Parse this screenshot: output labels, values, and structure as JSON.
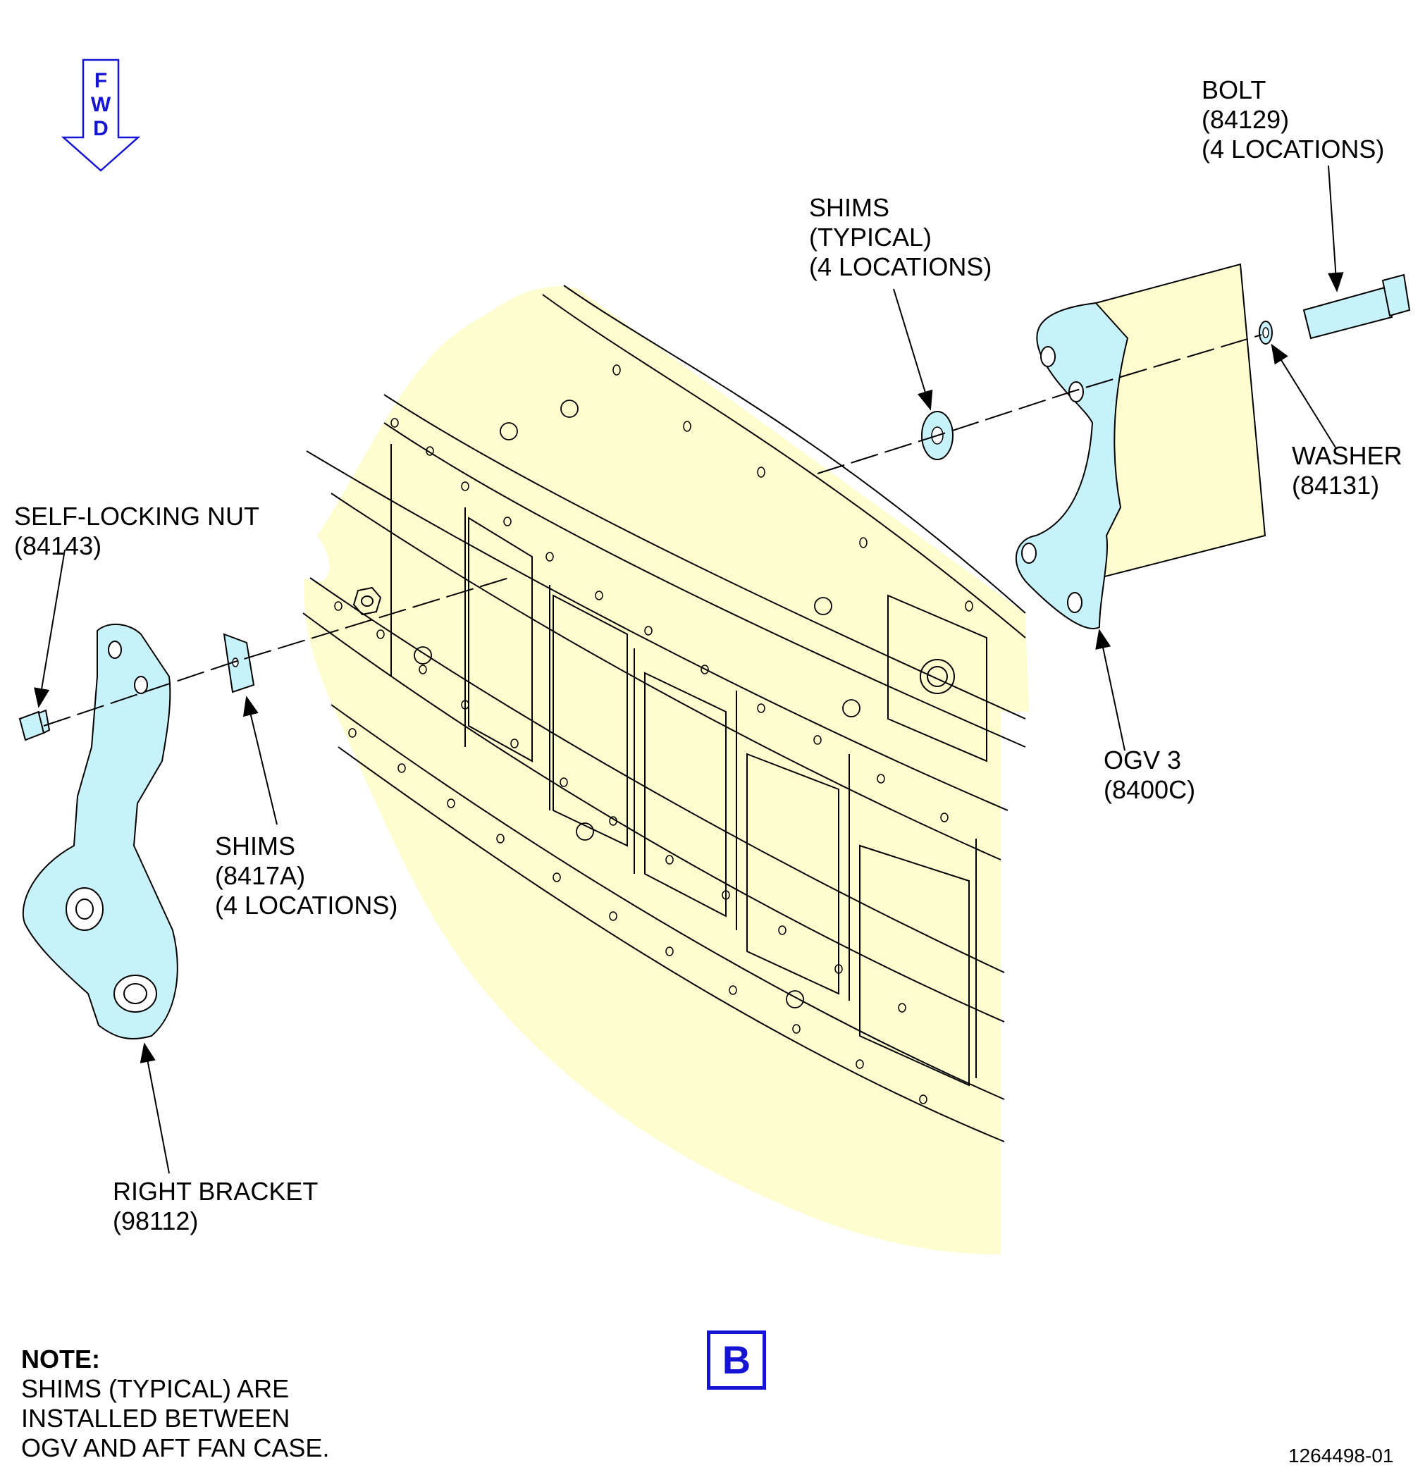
{
  "orientation": {
    "fwd_letters": [
      "F",
      "W",
      "D"
    ],
    "color": "#1414d2"
  },
  "labels": {
    "bolt": [
      "BOLT",
      "(84129)",
      "(4 LOCATIONS)"
    ],
    "shims_typical": [
      "SHIMS",
      "(TYPICAL)",
      "(4 LOCATIONS)"
    ],
    "washer": [
      "WASHER",
      "(84131)"
    ],
    "self_locking_nut": [
      "SELF-LOCKING NUT",
      "(84143)"
    ],
    "shims_8417a": [
      "SHIMS",
      "(8417A)",
      "(4 LOCATIONS)"
    ],
    "ogv3": [
      "OGV 3",
      "(8400C)"
    ],
    "right_bracket": [
      "RIGHT BRACKET",
      "(98112)"
    ]
  },
  "note": {
    "title": "NOTE:",
    "lines": [
      "SHIMS (TYPICAL) ARE",
      "INSTALLED BETWEEN",
      "OGV AND AFT FAN CASE."
    ]
  },
  "view_label": "B",
  "figure_number": "1264498-01",
  "colors": {
    "case_fill": "#fdfdd0",
    "part_fill": "#c8f2fa",
    "outline": "#000000",
    "accent": "#1414d2"
  }
}
